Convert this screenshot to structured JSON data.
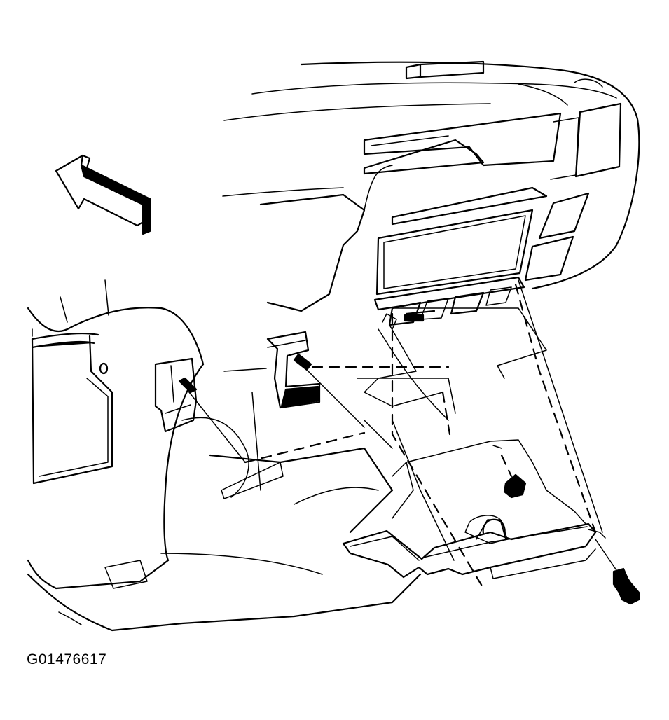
{
  "figure": {
    "id": "G01476617"
  },
  "parts": [
    {
      "name": "instrument-panel",
      "icon": "dashboard-outline"
    },
    {
      "name": "knee-bolster-panel",
      "icon": "trim-panel"
    },
    {
      "name": "mounting-bolts",
      "icon": "bolt"
    },
    {
      "name": "mounting-bracket",
      "icon": "bracket"
    },
    {
      "name": "front-direction-arrow",
      "icon": "arrow-icon"
    }
  ]
}
